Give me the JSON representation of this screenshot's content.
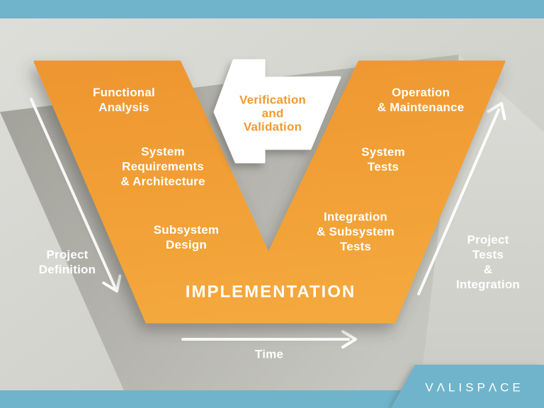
{
  "colors": {
    "teal": "#6fb4cb",
    "orange_top": "#ee9630",
    "orange_bottom": "#f4a83c",
    "vv_text_orange": "#f09b2e",
    "label_white": "#ffffff"
  },
  "diagram": {
    "left_steps": [
      {
        "label": "Functional\nAnalysis"
      },
      {
        "label": "System\nRequirements\n& Architecture"
      },
      {
        "label": "Subsystem\nDesign"
      }
    ],
    "right_steps": [
      {
        "label": "Operation\n& Maintenance"
      },
      {
        "label": "System\nTests"
      },
      {
        "label": "Integration\n& Subsystem\nTests"
      }
    ],
    "base_label": "IMPLEMENTATION",
    "center_arrow_label": "Verification\nand\nValidation",
    "left_axis_label": "Project\nDefinition",
    "right_axis_label": "Project Tests\n& Integration",
    "time_axis_label": "Time"
  },
  "branding": {
    "logo_text": "VΛLISPΛCE"
  }
}
